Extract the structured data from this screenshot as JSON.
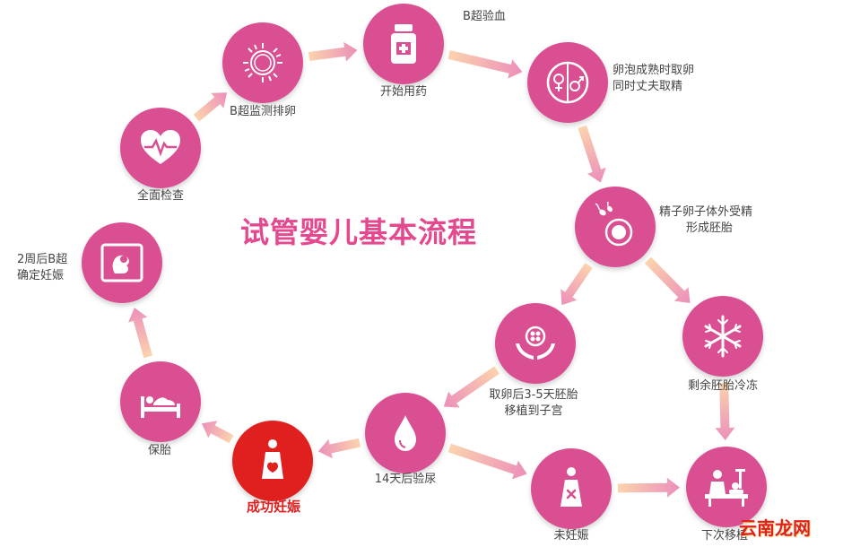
{
  "title": "试管婴儿基本流程",
  "colors": {
    "node": "#d94f91",
    "node_light": "#e36ea6",
    "success": "#e0201f",
    "arrow_start": "#f7b987",
    "arrow_end": "#e989b4",
    "title": "#e4498f"
  },
  "nodes": [
    {
      "key": "start-medication",
      "label": "开始用药",
      "icon": "medicine-bottle-icon"
    },
    {
      "key": "ultrasound-ovulation",
      "label": "B超监测排卵",
      "icon": "follicle-icon"
    },
    {
      "key": "full-checkup",
      "label": "全面检查",
      "icon": "heart-monitor-icon"
    },
    {
      "key": "confirm-pregnancy",
      "label_lines": [
        "2周后B超",
        "确定妊娠"
      ],
      "icon": "ultrasound-fetus-icon"
    },
    {
      "key": "protect-pregnancy",
      "label": "保胎",
      "icon": "bed-rest-icon"
    },
    {
      "key": "successful-pregnancy",
      "label": "成功妊娠",
      "icon": "pregnant-woman-icon"
    },
    {
      "key": "urine-test",
      "label": "14天后验尿",
      "icon": "drop-icon"
    },
    {
      "key": "embryo-transfer",
      "label_lines": [
        "取卵后3-5天胚胎",
        "移植到子宫"
      ],
      "icon": "hands-embryo-icon"
    },
    {
      "key": "egg-retrieval",
      "label_lines": [
        "卵泡成熟时取卵",
        "同时丈夫取精"
      ],
      "icon": "gender-symbols-icon"
    },
    {
      "key": "fertilization",
      "label_lines": [
        "精子卵子体外受精",
        "形成胚胎"
      ],
      "icon": "sperm-egg-icon"
    },
    {
      "key": "freeze-embryos",
      "label": "剩余胚胎冷冻",
      "icon": "snowflake-icon"
    },
    {
      "key": "not-pregnant",
      "label": "未妊娠",
      "icon": "woman-cross-icon"
    },
    {
      "key": "next-transfer",
      "label": "下次移植",
      "icon": "surgery-icon"
    }
  ],
  "arrow_labels": {
    "blood_test": "B超验血"
  },
  "watermark": "云南龙网"
}
